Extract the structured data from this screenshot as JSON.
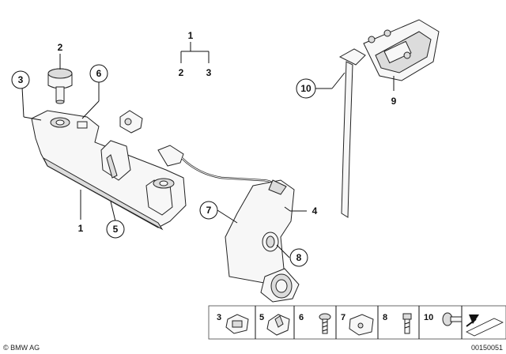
{
  "callouts": {
    "c1_top": "1",
    "c2_top": "2",
    "c3_top": "3",
    "c1": "1",
    "c2": "2",
    "c3": "3",
    "c4": "4",
    "c5": "5",
    "c6": "6",
    "c7": "7",
    "c8": "8",
    "c9": "9",
    "c10": "10"
  },
  "legend": {
    "items": [
      "3",
      "5",
      "6",
      "7",
      "8",
      "10"
    ]
  },
  "footer": {
    "brand": "© BMW AG",
    "doc_number": "00150051"
  }
}
